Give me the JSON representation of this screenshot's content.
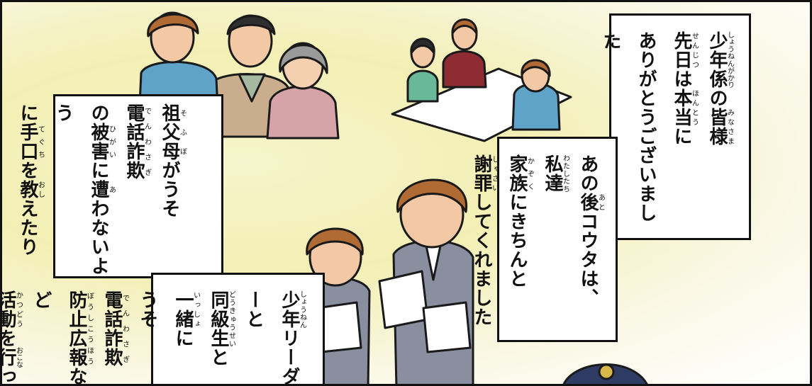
{
  "captions": {
    "thanks": {
      "lines": [
        [
          {
            "t": "少年係",
            "r": "しょうねんがかり"
          },
          {
            "t": "の"
          },
          {
            "t": "皆様",
            "r": "みなさま"
          }
        ],
        [
          {
            "t": "先日",
            "r": "せんじつ"
          },
          {
            "t": "は"
          },
          {
            "t": "本当",
            "r": "ほんとう"
          },
          {
            "t": "に"
          }
        ],
        [
          {
            "t": "ありがとうございました"
          }
        ]
      ]
    },
    "after": {
      "lines": [
        [
          {
            "t": "あの"
          },
          {
            "t": "後",
            "r": "あと"
          },
          {
            "t": "コウタは、"
          },
          {
            "t": "私達",
            "r": "わたしたち"
          }
        ],
        [
          {
            "t": "家族",
            "r": "かぞく"
          },
          {
            "t": "にきちんと"
          }
        ],
        [
          {
            "t": "謝罪",
            "r": "しゃざい"
          },
          {
            "t": "してくれました"
          }
        ]
      ]
    },
    "grandparents": {
      "lines": [
        [
          {
            "t": "祖父母",
            "r": "そふぼ"
          },
          {
            "t": "がうそ"
          },
          {
            "t": "電話詐欺",
            "r": "でんわさぎ"
          }
        ],
        [
          {
            "t": "の"
          },
          {
            "t": "被害",
            "r": "ひがい"
          },
          {
            "t": "に"
          },
          {
            "t": "遭",
            "r": "あ"
          },
          {
            "t": "わないよう"
          }
        ],
        [
          {
            "t": "に"
          },
          {
            "t": "手口",
            "r": "てぐち"
          },
          {
            "t": "を"
          },
          {
            "t": "教",
            "r": "おし"
          },
          {
            "t": "えたり"
          }
        ]
      ]
    },
    "leader": {
      "lines": [
        [
          {
            "t": "少年",
            "r": "しょうねん"
          },
          {
            "t": "リーダーと"
          }
        ],
        [
          {
            "t": "同級生",
            "r": "どうきゅうせい"
          },
          {
            "t": "と"
          },
          {
            "t": "一緒",
            "r": "いっしょ"
          },
          {
            "t": "に"
          }
        ],
        [
          {
            "t": "うそ"
          },
          {
            "t": "電話詐欺",
            "r": "でんわさぎ"
          }
        ],
        [
          {
            "t": "防止広報",
            "r": "ぼうしこうほう"
          },
          {
            "t": "など"
          }
        ],
        [
          {
            "t": "活動",
            "r": "かつどう"
          },
          {
            "t": "を"
          },
          {
            "t": "行",
            "r": "おこな"
          },
          {
            "t": "って"
          }
        ]
      ]
    }
  },
  "colors": {
    "background": "#f3efb4",
    "caption_border": "#111111",
    "hoodie": "#5fa3c8",
    "sweater": "#c9ad8d",
    "cardigan": "#d6a3a8",
    "vest": "#8a8fa0",
    "sweater_red": "#8e2c34",
    "jacket_green": "#69b89a",
    "hair_brown": "#b06a34",
    "police_cap": "#2e3b63"
  }
}
